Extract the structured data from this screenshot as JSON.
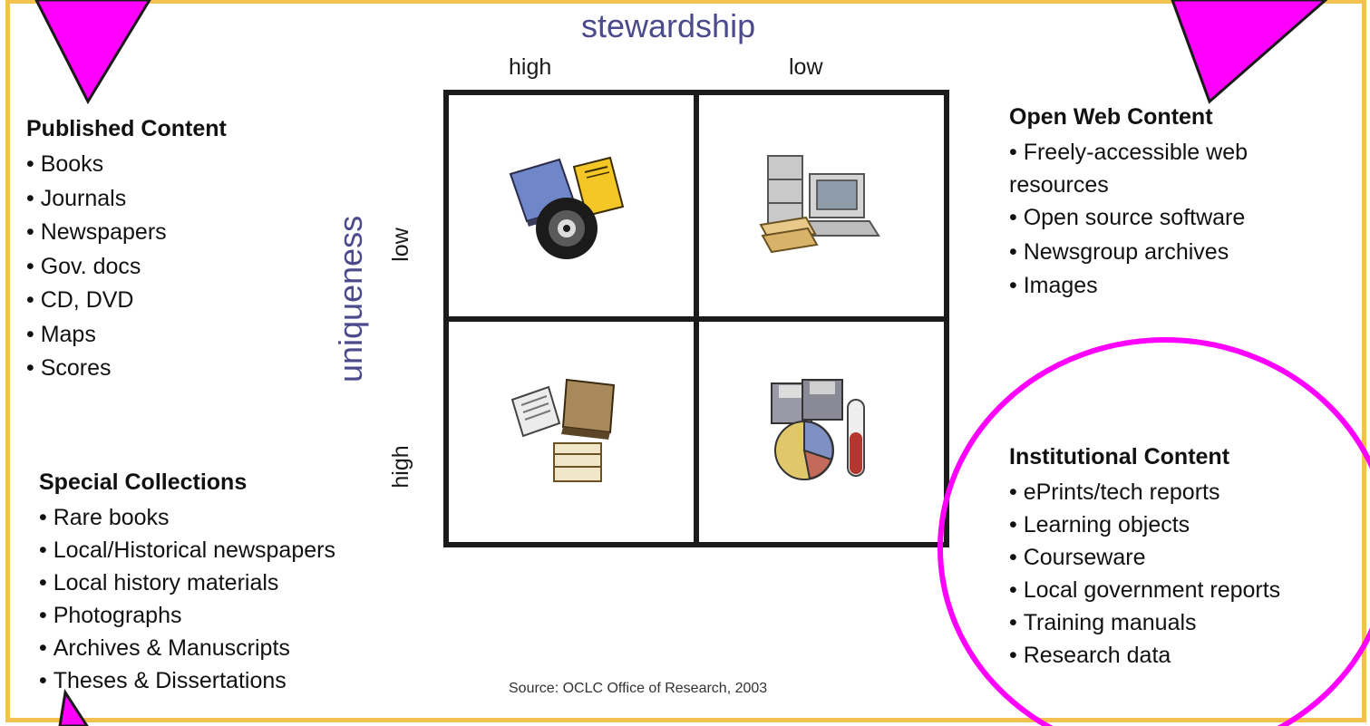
{
  "axes": {
    "top_title": "stewardship",
    "top_high": "high",
    "top_low": "low",
    "side_title": "uniqueness",
    "side_low": "low",
    "side_high": "high"
  },
  "groups": {
    "published": {
      "title": "Published Content",
      "items": [
        "Books",
        "Journals",
        "Newspapers",
        "Gov. docs",
        "CD, DVD",
        "Maps",
        "Scores"
      ]
    },
    "open_web": {
      "title": "Open Web Content",
      "items": [
        "Freely-accessible web resources",
        "Open source software",
        "Newsgroup archives",
        "Images"
      ]
    },
    "special": {
      "title": "Special Collections",
      "items": [
        "Rare books",
        "Local/Historical newspapers",
        "Local history materials",
        "Photographs",
        "Archives & Manuscripts",
        "Theses & Dissertations"
      ]
    },
    "institutional": {
      "title": "Institutional Content",
      "items": [
        "ePrints/tech reports",
        "Learning objects",
        "Courseware",
        "Local government reports",
        "Training manuals",
        "Research data"
      ]
    }
  },
  "quadrant_icons": {
    "top_left": "books-and-disc-icon",
    "top_right": "computer-and-files-icon",
    "bottom_left": "archive-materials-icon",
    "bottom_right": "research-data-icon"
  },
  "source": "Source: OCLC Office of Research, 2003",
  "colors": {
    "frame": "#f2c14e",
    "axis_title": "#4a4a8c",
    "callout": "#ff00ff",
    "grid": "#1b1b1b"
  }
}
